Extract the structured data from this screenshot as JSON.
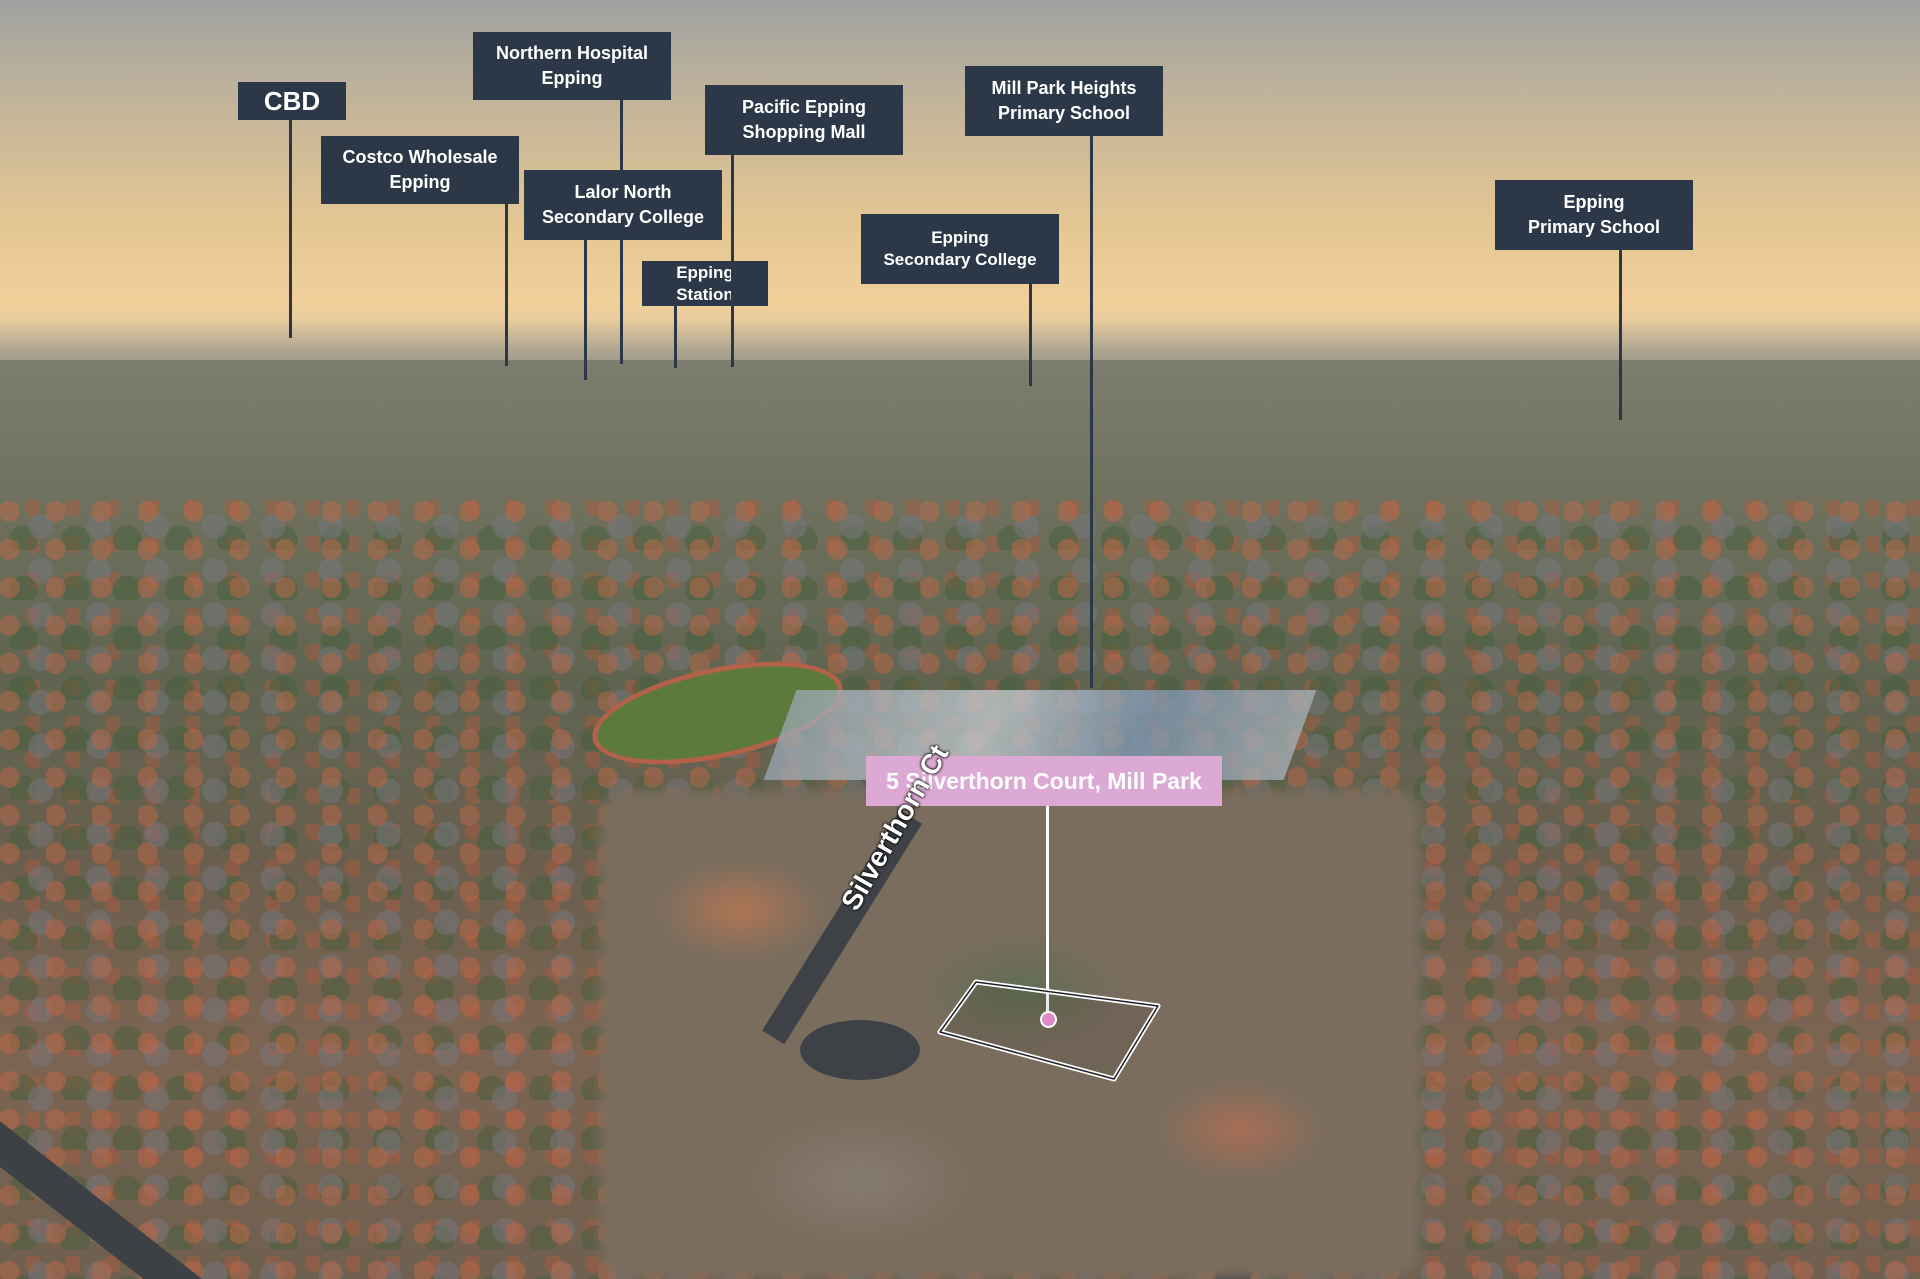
{
  "labels": {
    "cbd": "CBD",
    "costco": [
      "Costco Wholesale",
      "Epping"
    ],
    "northern_hospital": [
      "Northern Hospital",
      "Epping"
    ],
    "lalor_north": [
      "Lalor North",
      "Secondary College"
    ],
    "epping_station": [
      "Epping",
      "Station"
    ],
    "pacific_epping": [
      "Pacific Epping",
      "Shopping Mall"
    ],
    "epping_secondary": [
      "Epping",
      "Secondary College"
    ],
    "mill_park_heights": [
      "Mill Park Heights",
      "Primary School"
    ],
    "epping_primary": [
      "Epping",
      "Primary School"
    ]
  },
  "property": {
    "address": "5 Silverthorn Court, Mill Park",
    "street": "Silverthorn Ct"
  },
  "colors": {
    "label_bg": "#2c3848",
    "label_text": "#ffffff",
    "property_bg": "#dca8d4",
    "property_dot": "#e28ac8"
  }
}
